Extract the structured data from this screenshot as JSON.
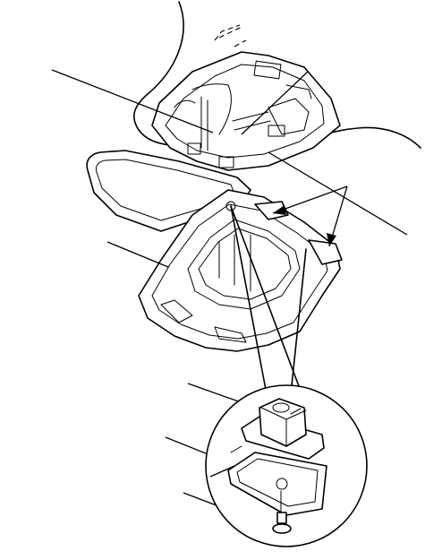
{
  "figure": {
    "kind": "exploded parts illustration",
    "parts": [
      {
        "id": "roof-console-housing",
        "icon": "console-housing-icon"
      },
      {
        "id": "map-light-lens",
        "icon": "lens-icon"
      },
      {
        "id": "console-frame",
        "icon": "frame-icon"
      },
      {
        "id": "clip",
        "icon": "clip-icon"
      },
      {
        "id": "seal",
        "icon": "seal-icon"
      },
      {
        "id": "screw",
        "icon": "screw-icon"
      }
    ],
    "colors": {
      "line": "#000000",
      "background": "#ffffff"
    }
  }
}
